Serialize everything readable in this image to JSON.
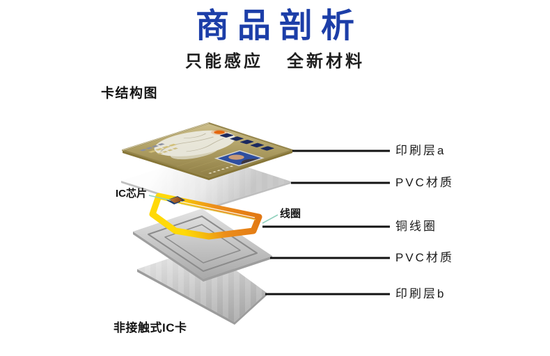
{
  "header": {
    "title": "商品剖析",
    "subtitle_left": "只能感应",
    "subtitle_right": "全新材料"
  },
  "diagram": {
    "heading": "卡结构图",
    "caption": "非接触式IC卡",
    "chip_callout": "IC芯片",
    "coil_callout": "线圈",
    "layer_labels": [
      "印刷层a",
      "PVC材质",
      "铜线圈",
      "PVC材质",
      "印刷层b"
    ],
    "colors": {
      "title_blue": "#1C3EA8",
      "coil_orange": "#E8821C",
      "coil_yellow": "#FFD908",
      "card_gold": "#A6945A",
      "pvc_gray": "#C9C9C9",
      "callout_teal": "#8FD0BC",
      "connector_black": "#121212"
    }
  }
}
